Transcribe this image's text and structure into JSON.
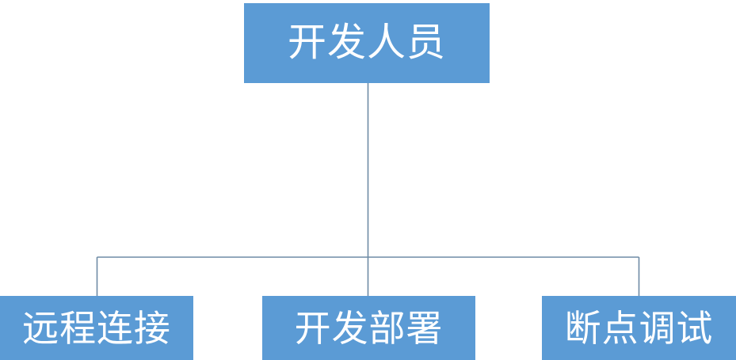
{
  "diagram": {
    "type": "organization-chart",
    "orientation": "top-down",
    "background_color": "#FFFFFF",
    "node_fill_color": "#5B9BD5",
    "node_text_color": "#FFFFFF",
    "connector_color": "#6E8BA5",
    "root": {
      "id": "root",
      "label": "开发人员"
    },
    "children": [
      {
        "id": "child-0",
        "label": "远程连接"
      },
      {
        "id": "child-1",
        "label": "开发部署"
      },
      {
        "id": "child-2",
        "label": "断点调试"
      }
    ]
  }
}
